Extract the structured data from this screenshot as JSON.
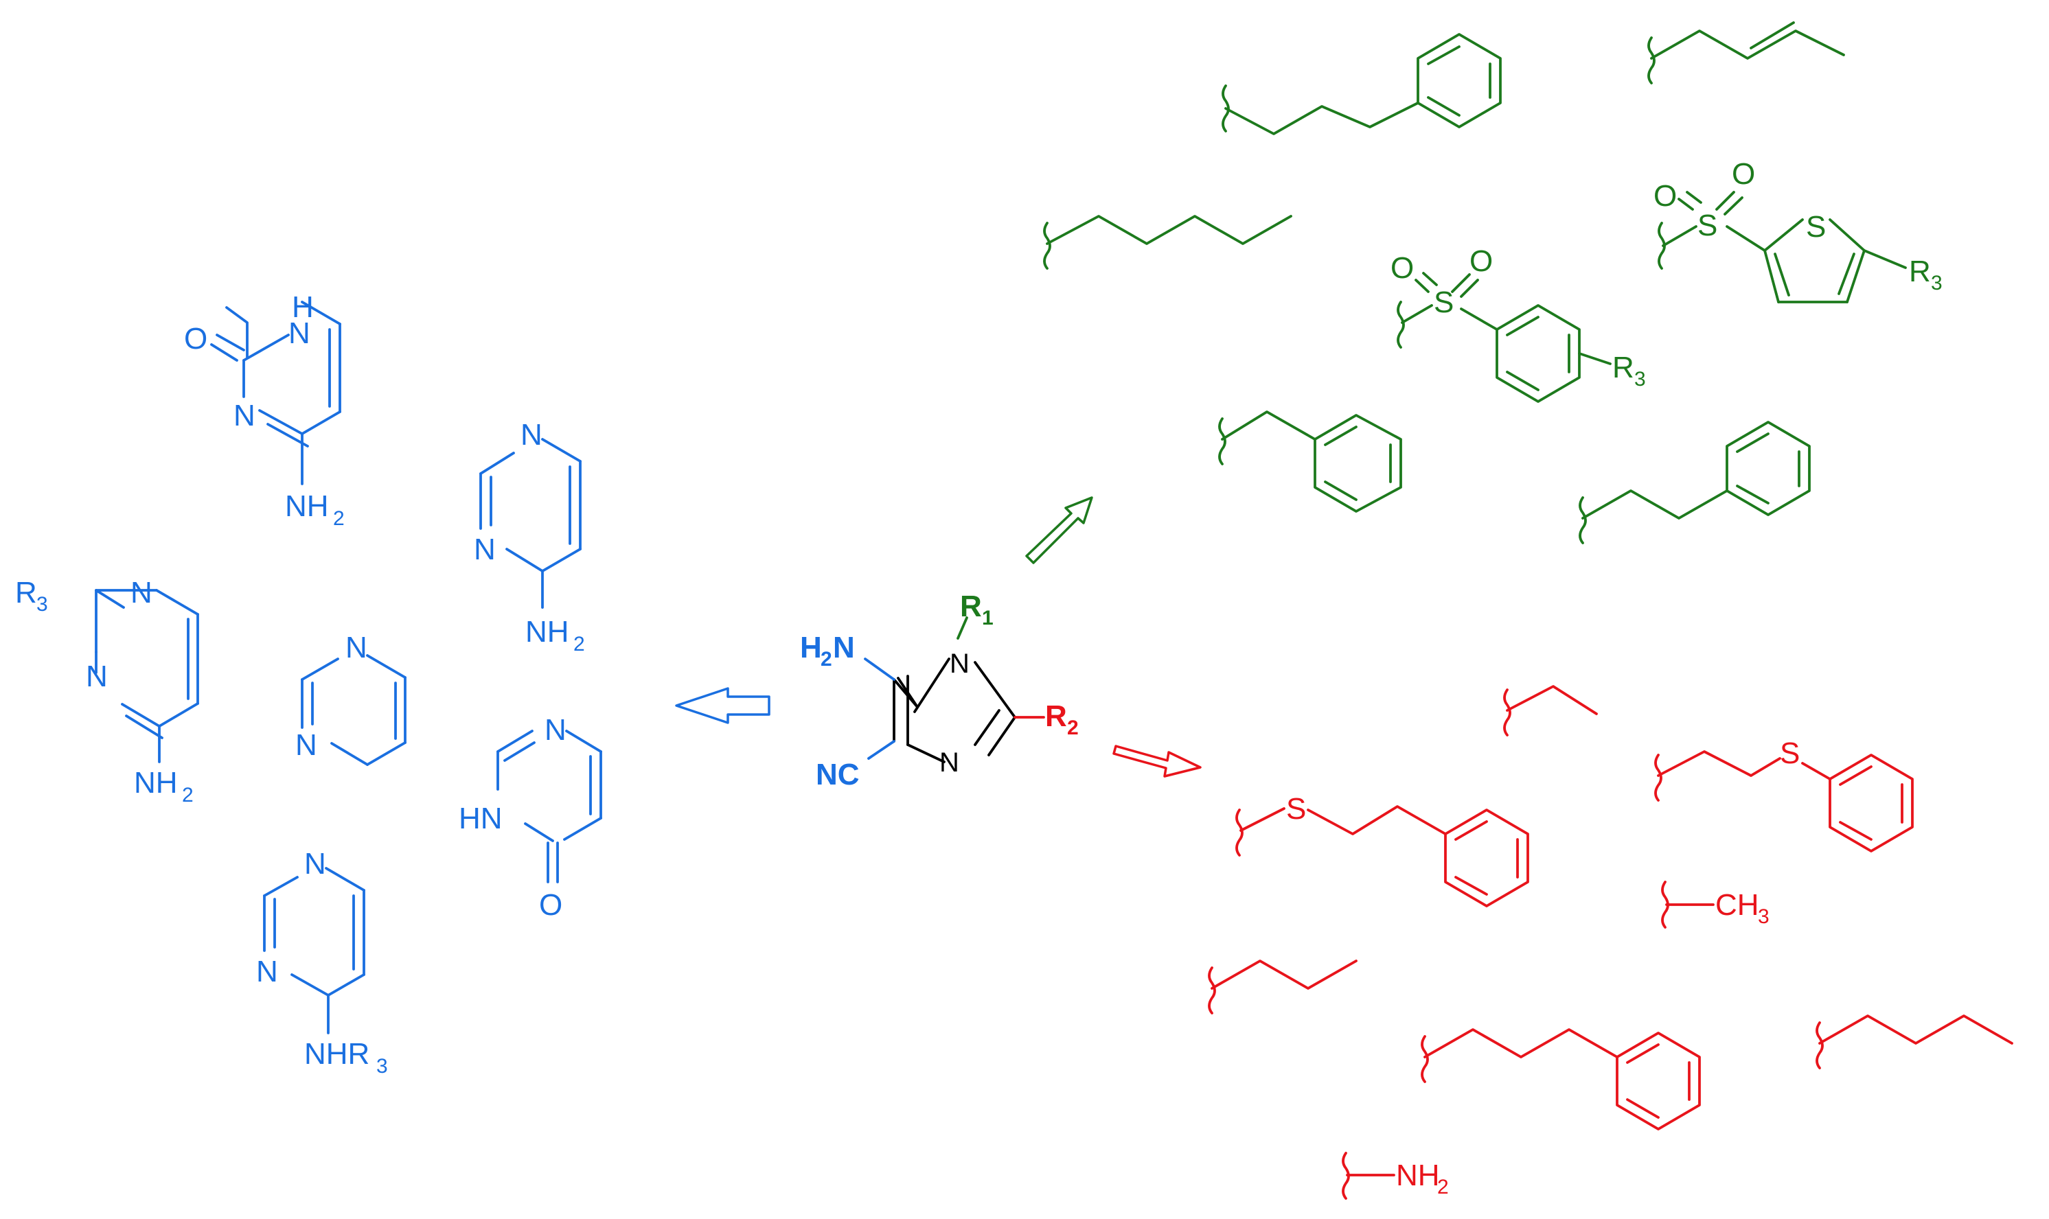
{
  "core": {
    "r1": "R",
    "r1_sub": "1",
    "r2": "R",
    "r2_sub": "2",
    "amino_h": "H",
    "amino_sub": "2",
    "amino_n": "N",
    "nitrile": "NC",
    "ring_n1": "N",
    "ring_n3": "N"
  },
  "blue_fragments": {
    "cytosine_nh": "H",
    "cytosine_n_top": "N",
    "cytosine_o": "O",
    "cytosine_n": "N",
    "cytosine_nh2": "NH",
    "cytosine_nh2_sub": "2",
    "aminopyr_n_top": "N",
    "aminopyr_n": "N",
    "aminopyr_nh2": "NH",
    "aminopyr_nh2_sub": "2",
    "r3pyr_r": "R",
    "r3pyr_r_sub": "3",
    "r3pyr_n_top": "N",
    "r3pyr_n": "N",
    "r3pyr_nh2": "NH",
    "r3pyr_nh2_sub": "2",
    "pyr_n_top": "N",
    "pyr_n": "N",
    "pyrone_n": "N",
    "pyrone_hn": "HN",
    "pyrone_o": "O",
    "nhr3pyr_n_top": "N",
    "nhr3pyr_n": "N",
    "nhr3pyr_nhr": "NHR",
    "nhr3pyr_sub": "3"
  },
  "green_fragments": {
    "sulfonyl_s": "S",
    "sulfonyl_o1": "O",
    "sulfonyl_o2": "O",
    "sulfonyl_r": "R",
    "sulfonyl_r_sub": "3",
    "thio_s": "S",
    "thio_o1": "O",
    "thio_o2": "O",
    "thio_ring_s": "S",
    "thio_r": "R",
    "thio_r_sub": "3"
  },
  "red_fragments": {
    "s_phenyl_s": "S",
    "s_ethyl_s": "S",
    "methyl": "CH",
    "methyl_sub": "3",
    "amino": "NH",
    "amino_sub": "2"
  },
  "colors": {
    "blue": "#1a6fe0",
    "green": "#1d7a1d",
    "red": "#e8141b",
    "black": "#000000"
  }
}
